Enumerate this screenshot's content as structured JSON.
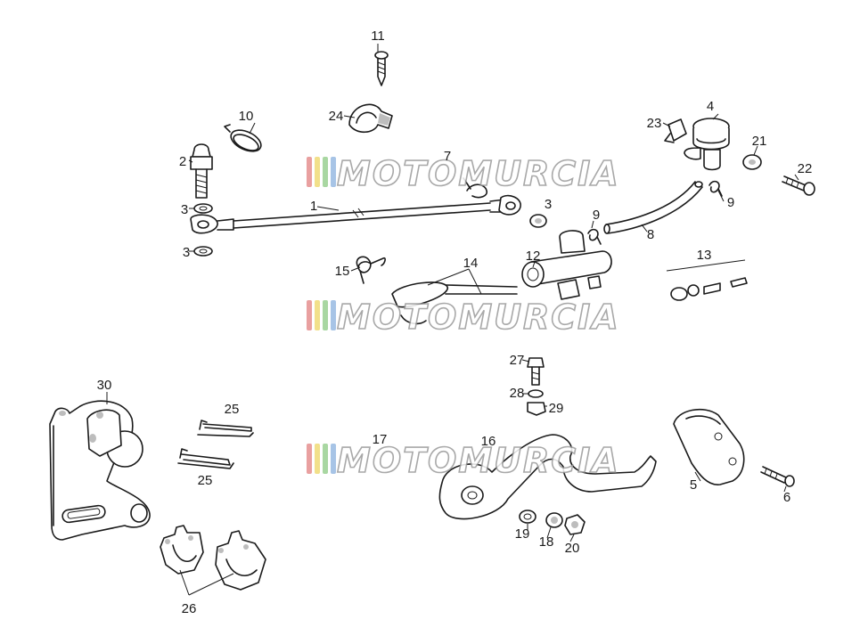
{
  "watermark": {
    "text": "MOTOMURCIA",
    "stripe_colors": [
      "#e9a0a0",
      "#f2e08a",
      "#a9d7a2",
      "#a7c4e6"
    ]
  },
  "callouts": [
    "1",
    "2",
    "3",
    "3",
    "3",
    "4",
    "5",
    "6",
    "7",
    "8",
    "9",
    "9",
    "10",
    "11",
    "12",
    "13",
    "14",
    "15",
    "16",
    "17",
    "18",
    "19",
    "20",
    "21",
    "22",
    "23",
    "24",
    "25",
    "25",
    "26",
    "27",
    "28",
    "29",
    "30"
  ]
}
